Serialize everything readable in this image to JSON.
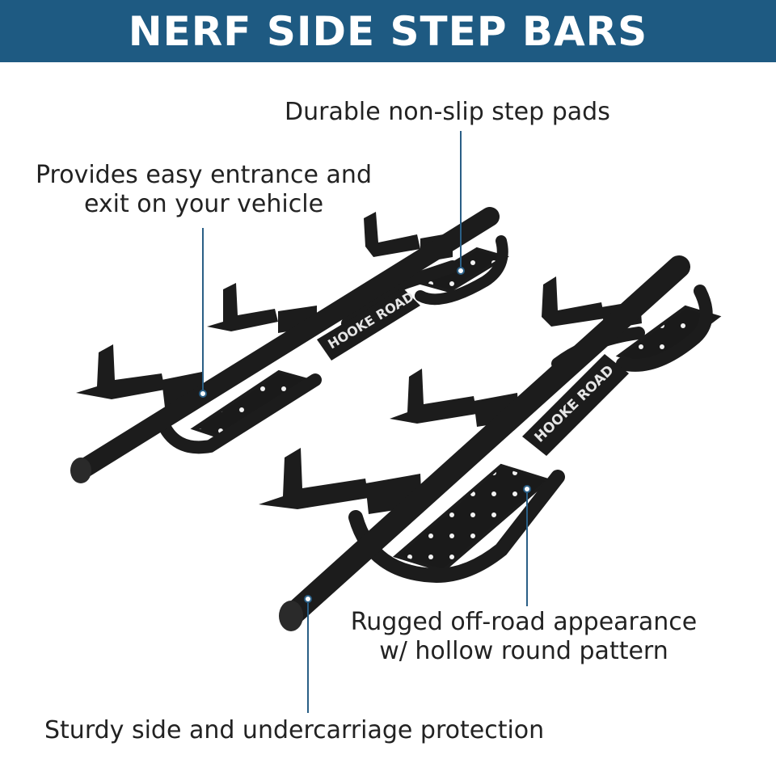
{
  "header": {
    "title": "NERF SIDE STEP BARS"
  },
  "brand": {
    "logo_text": "HOOKE ROAD"
  },
  "callouts": {
    "step_pads": "Durable non-slip step pads",
    "entrance": {
      "line1": "Provides easy entrance and",
      "line2": "exit on your vehicle"
    },
    "appearance": {
      "line1": "Rugged off-road appearance",
      "line2": "w/ hollow round pattern"
    },
    "protection": "Sturdy side and undercarriage protection"
  },
  "colors": {
    "header_bg": "#1e5a82",
    "accent_line": "#2a5f86",
    "product": "#1c1c1c"
  }
}
